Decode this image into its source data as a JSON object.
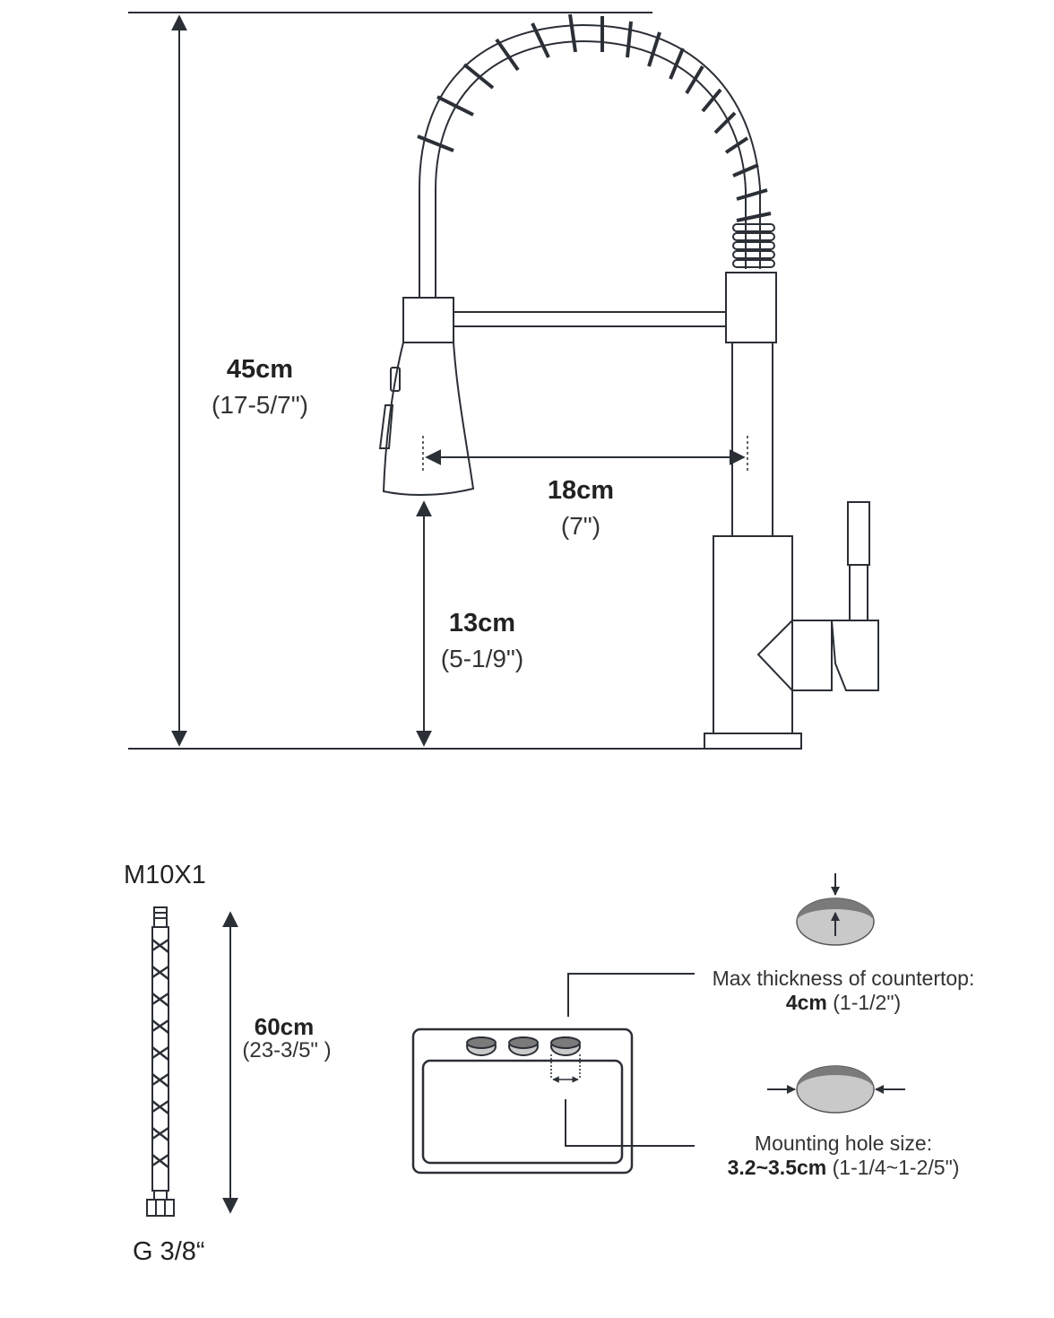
{
  "dimensions": {
    "height_total": {
      "value": "45cm",
      "imperial": "(17-5/7\")"
    },
    "reach": {
      "value": "18cm",
      "imperial": "(7\")"
    },
    "spout_clearance": {
      "value": "13cm",
      "imperial": "(5-1/9\")"
    }
  },
  "hose": {
    "top_thread": "M10X1",
    "bottom_thread": "G 3/8“",
    "length_value": "60cm",
    "length_imperial": "(23-3/5\" )"
  },
  "countertop": {
    "thickness_label": "Max thickness of countertop:",
    "thickness_value": "4cm",
    "thickness_imperial": "(1-1/2\")"
  },
  "mounting_hole": {
    "label": "Mounting hole size:",
    "value": "3.2~3.5cm",
    "imperial": "(1-1/4~1-2/5\")"
  },
  "colors": {
    "line": "#2b2f36",
    "hole_dark": "#7a7a7a",
    "hole_light": "#c9c9c9"
  }
}
